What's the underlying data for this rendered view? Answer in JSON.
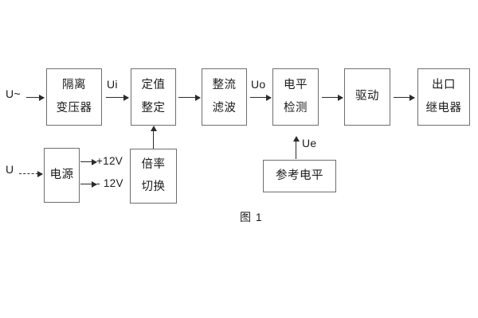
{
  "figure": {
    "caption": "图 1"
  },
  "blocks": [
    {
      "id": "isolation-transformer",
      "lines": [
        "隔离",
        "变压器"
      ]
    },
    {
      "id": "setting-value",
      "lines": [
        "定值",
        "整定"
      ]
    },
    {
      "id": "rectify-filter",
      "lines": [
        "整流",
        "滤波"
      ]
    },
    {
      "id": "level-detection",
      "lines": [
        "电平",
        "检测"
      ]
    },
    {
      "id": "drive",
      "lines": [
        "驱动"
      ]
    },
    {
      "id": "output-relay",
      "lines": [
        "出口",
        "继电器"
      ]
    },
    {
      "id": "power-supply",
      "lines": [
        "电源"
      ]
    },
    {
      "id": "multiplier-switch",
      "lines": [
        "倍率",
        "切换"
      ]
    },
    {
      "id": "reference-level",
      "lines": [
        "参考电平"
      ]
    }
  ],
  "signals": {
    "input_ac": "U~",
    "input_dc": "U",
    "ui": "Ui",
    "uo": "Uo",
    "ue": "Ue",
    "supply_positive": "+12V",
    "supply_negative": "- 12V"
  },
  "colors": {
    "box_border": "#6e6e6e",
    "arrow": "#2b2b2b",
    "text": "#1b1b1b",
    "background": "#ffffff"
  }
}
